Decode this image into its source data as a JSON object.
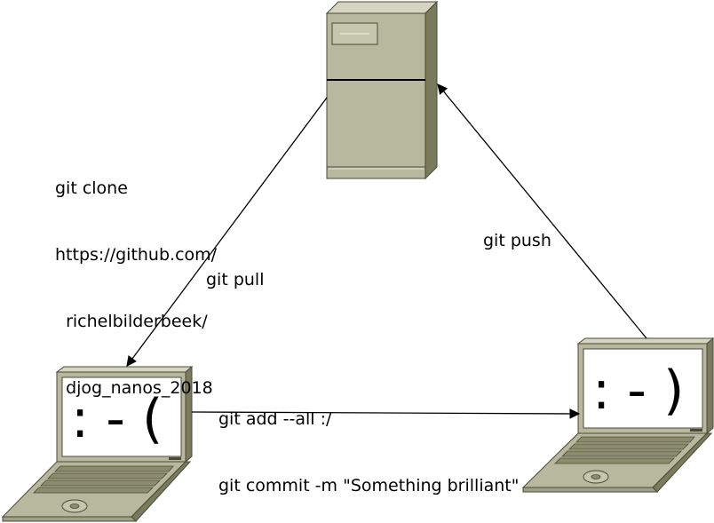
{
  "labels": {
    "clone": [
      "git clone",
      "https://github.com/",
      "  richelbilderbeek/",
      "  djog_nanos_2018"
    ],
    "pull": "git pull",
    "push": "git push",
    "commit": [
      "git add --all :/",
      "git commit -m \"Something brilliant\""
    ]
  },
  "faces": {
    "left_laptop": ": - (",
    "right_laptop": ": - )"
  },
  "colors": {
    "device_front": "#b8b89e",
    "device_side": "#7a7a5c",
    "device_top": "#d4d4c0",
    "outline": "#4a4a38",
    "screen": "#ffffff",
    "keys": "#8c8c6c"
  }
}
